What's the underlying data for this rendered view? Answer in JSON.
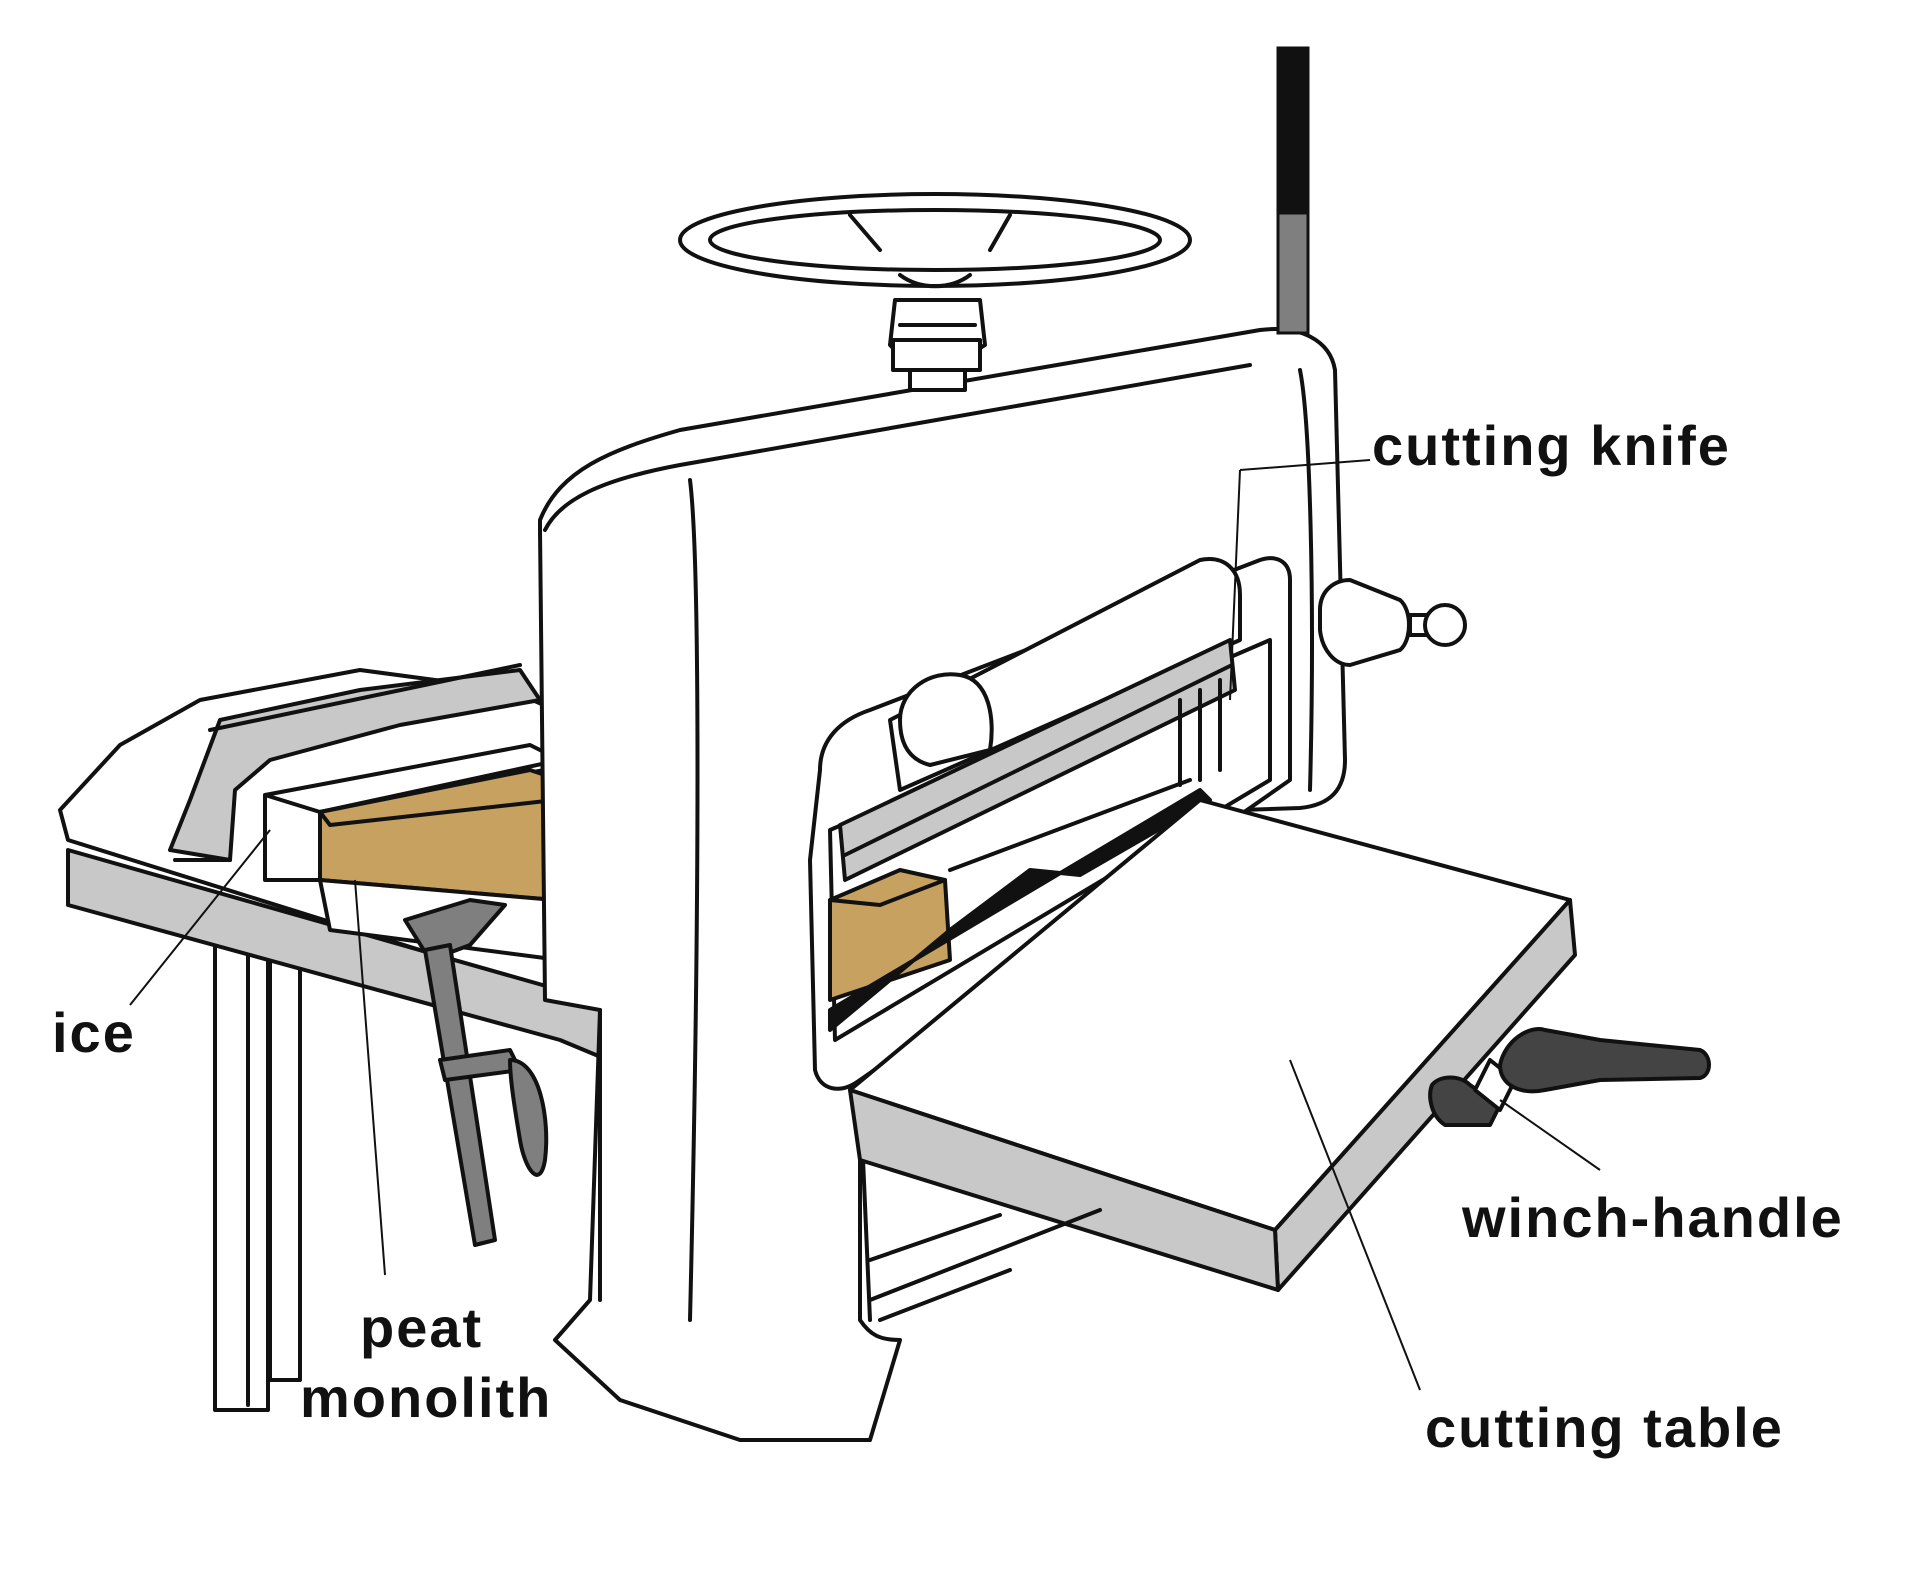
{
  "labels": {
    "cutting_knife": "cutting knife",
    "ice": "ice",
    "peat": "peat",
    "monolith": "monolith",
    "winch_handle": "winch-handle",
    "cutting_table": "cutting table"
  },
  "colors": {
    "line": "#111111",
    "machine_fill": "#ffffff",
    "metal_grey": "#c8c8c8",
    "dark_grey": "#7f7f7f",
    "peat_brown": "#c6a15f",
    "ice_white": "#ffffff",
    "background": "#ffffff"
  }
}
